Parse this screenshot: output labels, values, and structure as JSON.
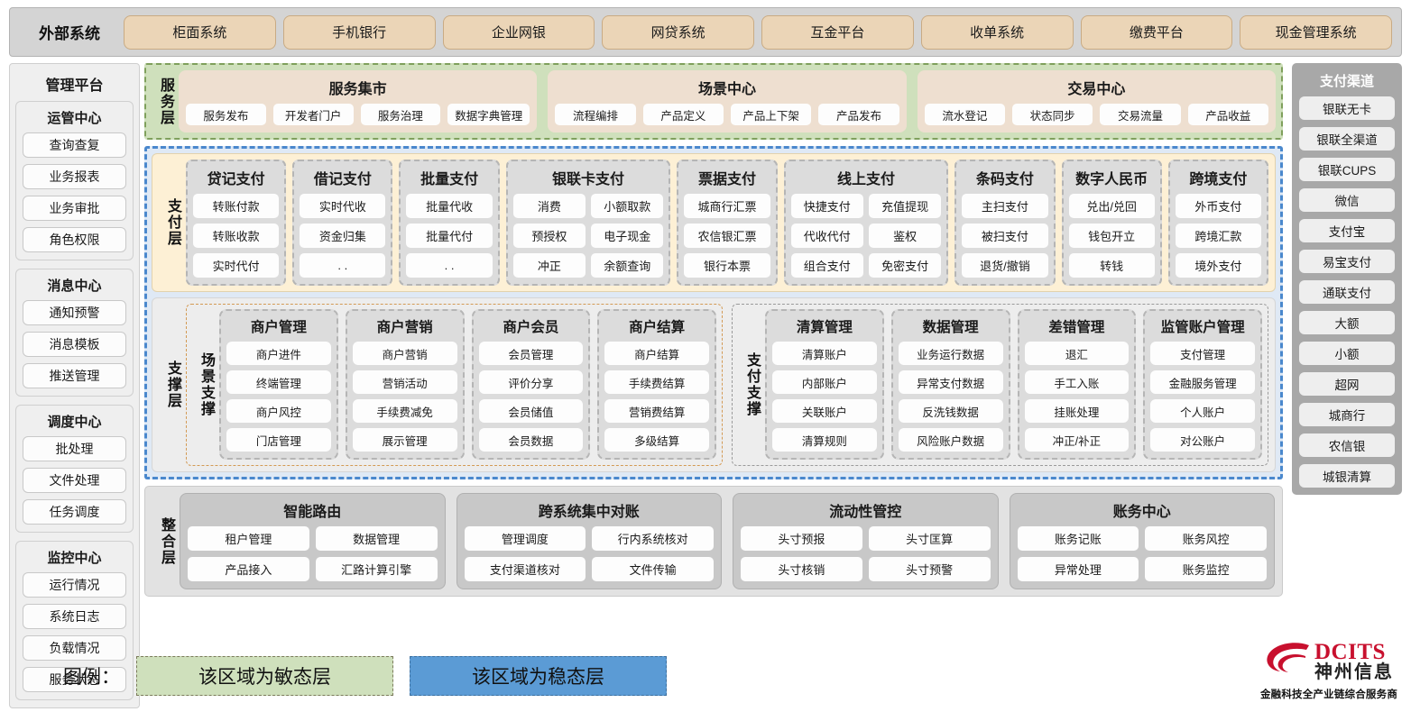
{
  "external": {
    "title": "外部系统",
    "items": [
      "柜面系统",
      "手机银行",
      "企业网银",
      "网贷系统",
      "互金平台",
      "收单系统",
      "缴费平台",
      "现金管理系统"
    ]
  },
  "admin": {
    "title": "管理平台",
    "groups": [
      {
        "title": "运管中心",
        "items": [
          "查询查复",
          "业务报表",
          "业务审批",
          "角色权限"
        ]
      },
      {
        "title": "消息中心",
        "items": [
          "通知预警",
          "消息模板",
          "推送管理"
        ]
      },
      {
        "title": "调度中心",
        "items": [
          "批处理",
          "文件处理",
          "任务调度"
        ]
      },
      {
        "title": "监控中心",
        "items": [
          "运行情况",
          "系统日志",
          "负载情况",
          "服务状态"
        ]
      }
    ]
  },
  "service_layer": {
    "label": "服务层",
    "groups": [
      {
        "title": "服务集市",
        "items": [
          "服务发布",
          "开发者门户",
          "服务治理",
          "数据字典管理"
        ]
      },
      {
        "title": "场景中心",
        "items": [
          "流程编排",
          "产品定义",
          "产品上下架",
          "产品发布"
        ]
      },
      {
        "title": "交易中心",
        "items": [
          "流水登记",
          "状态同步",
          "交易流量",
          "产品收益"
        ]
      }
    ]
  },
  "payment_layer": {
    "label": "支付层",
    "columns": [
      {
        "title": "贷记支付",
        "cols": 1,
        "items": [
          "转账付款",
          "转账收款",
          "实时代付"
        ]
      },
      {
        "title": "借记支付",
        "cols": 1,
        "items": [
          "实时代收",
          "资金归集",
          ". ."
        ]
      },
      {
        "title": "批量支付",
        "cols": 1,
        "items": [
          "批量代收",
          "批量代付",
          ". ."
        ]
      },
      {
        "title": "银联卡支付",
        "cols": 2,
        "items": [
          "消费",
          "小额取款",
          "预授权",
          "电子现金",
          "冲正",
          "余额查询"
        ]
      },
      {
        "title": "票据支付",
        "cols": 1,
        "items": [
          "城商行汇票",
          "农信银汇票",
          "银行本票"
        ]
      },
      {
        "title": "线上支付",
        "cols": 2,
        "items": [
          "快捷支付",
          "充值提现",
          "代收代付",
          "鉴权",
          "组合支付",
          "免密支付"
        ]
      },
      {
        "title": "条码支付",
        "cols": 1,
        "items": [
          "主扫支付",
          "被扫支付",
          "退货/撤销"
        ]
      },
      {
        "title": "数字人民币",
        "cols": 1,
        "items": [
          "兑出/兑回",
          "钱包开立",
          "转钱"
        ]
      },
      {
        "title": "跨境支付",
        "cols": 1,
        "items": [
          "外币支付",
          "跨境汇款",
          "境外支付"
        ]
      }
    ]
  },
  "support_layer": {
    "label": "支撑层",
    "blocks": [
      {
        "label": "场景支撑",
        "columns": [
          {
            "title": "商户管理",
            "items": [
              "商户进件",
              "终端管理",
              "商户风控",
              "门店管理"
            ]
          },
          {
            "title": "商户营销",
            "items": [
              "商户营销",
              "营销活动",
              "手续费减免",
              "展示管理"
            ]
          },
          {
            "title": "商户会员",
            "items": [
              "会员管理",
              "评价分享",
              "会员储值",
              "会员数据"
            ]
          },
          {
            "title": "商户结算",
            "items": [
              "商户结算",
              "手续费结算",
              "营销费结算",
              "多级结算"
            ]
          }
        ]
      },
      {
        "label": "支付支撑",
        "columns": [
          {
            "title": "清算管理",
            "items": [
              "清算账户",
              "内部账户",
              "关联账户",
              "清算规则"
            ]
          },
          {
            "title": "数据管理",
            "items": [
              "业务运行数据",
              "异常支付数据",
              "反洗钱数据",
              "风险账户数据"
            ]
          },
          {
            "title": "差错管理",
            "items": [
              "退汇",
              "手工入账",
              "挂账处理",
              "冲正/补正"
            ]
          },
          {
            "title": "监管账户管理",
            "items": [
              "支付管理",
              "金融服务管理",
              "个人账户",
              "对公账户"
            ]
          }
        ]
      }
    ]
  },
  "integration_layer": {
    "label": "整合层",
    "groups": [
      {
        "title": "智能路由",
        "items": [
          "租户管理",
          "数据管理",
          "产品接入",
          "汇路计算引擎"
        ]
      },
      {
        "title": "跨系统集中对账",
        "items": [
          "管理调度",
          "行内系统核对",
          "支付渠道核对",
          "文件传输"
        ]
      },
      {
        "title": "流动性管控",
        "items": [
          "头寸预报",
          "头寸匡算",
          "头寸核销",
          "头寸预警"
        ]
      },
      {
        "title": "账务中心",
        "items": [
          "账务记账",
          "账务风控",
          "异常处理",
          "账务监控"
        ]
      }
    ]
  },
  "channels": {
    "title": "支付渠道",
    "items": [
      "银联无卡",
      "银联全渠道",
      "银联CUPS",
      "微信",
      "支付宝",
      "易宝支付",
      "通联支付",
      "大额",
      "小额",
      "超网",
      "城商行",
      "农信银",
      "城银清算"
    ]
  },
  "legend": {
    "label": "图例：",
    "agile": "该区域为敏态层",
    "stable": "该区域为稳态层"
  },
  "logo": {
    "en": "DCITS",
    "cn": "神州信息",
    "tagline": "金融科技全产业链综合服务商"
  },
  "colors": {
    "agile_green": "#cfe0bc",
    "stable_blue": "#5b9bd5",
    "external_tile": "#ebd5b7",
    "payment_bg": "#fdf0d5",
    "brand_red": "#c8102e"
  }
}
